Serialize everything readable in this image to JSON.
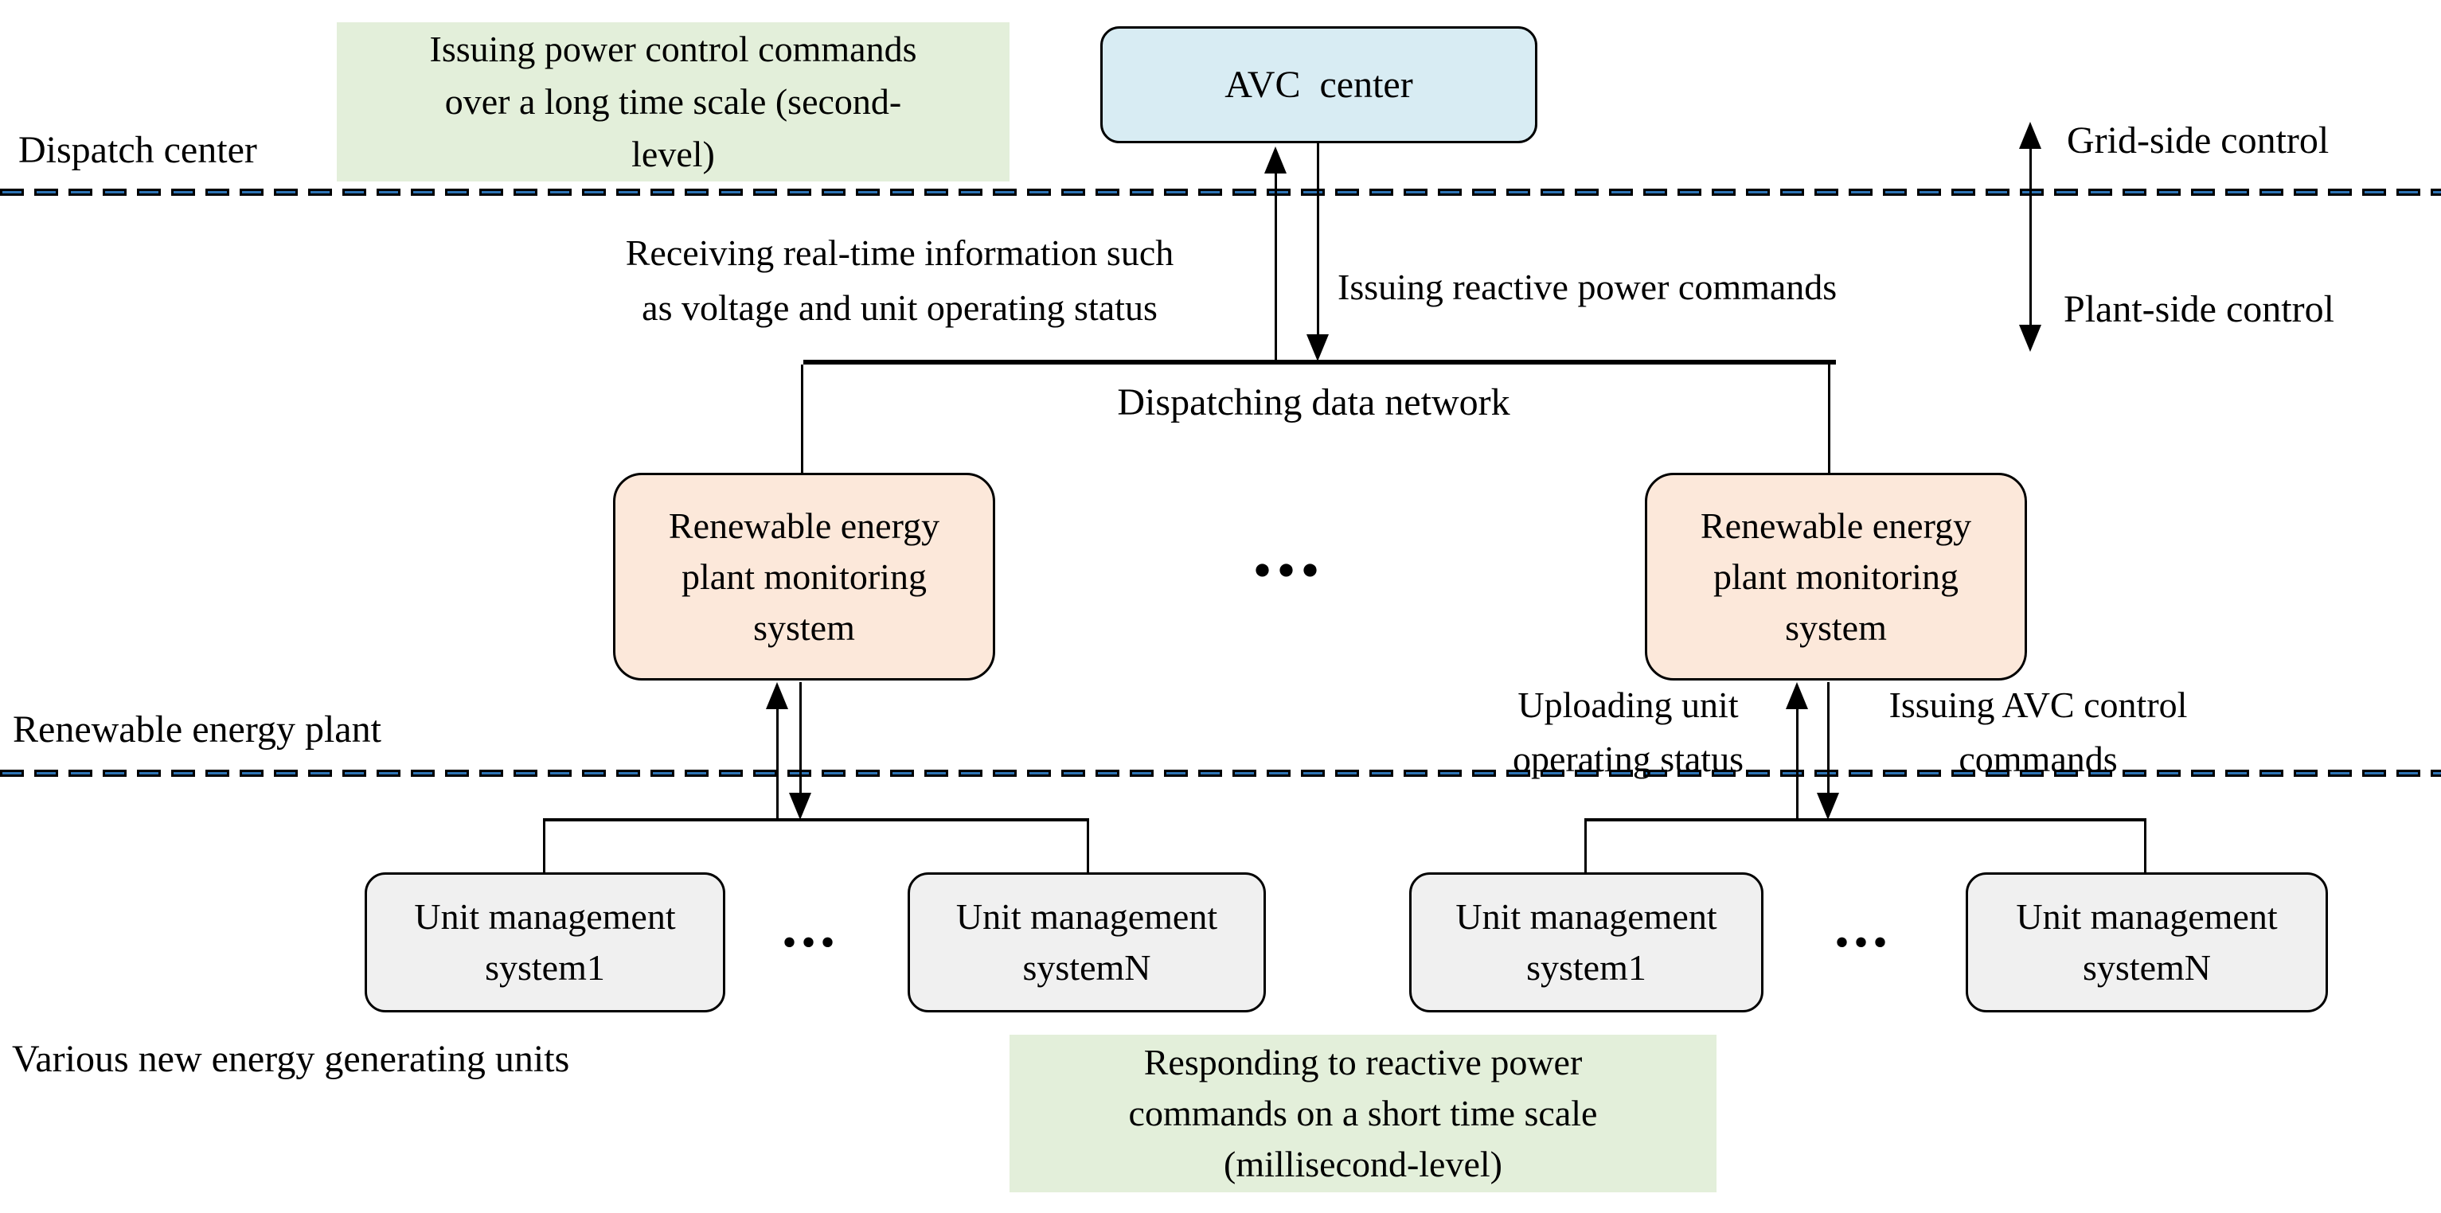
{
  "zones": {
    "dispatch_center": "Dispatch center",
    "renewable_plant": "Renewable energy plant",
    "generating_units": "Various new energy generating units"
  },
  "side_labels": {
    "grid_side": "Grid-side control",
    "plant_side": "Plant-side control"
  },
  "nodes": {
    "avc_center": "AVC  center",
    "monitoring_left": "Renewable energy\nplant monitoring\nsystem",
    "monitoring_right": "Renewable energy\nplant monitoring\nsystem",
    "unit_left_1": "Unit management\nsystem1",
    "unit_left_n": "Unit management\nsystemN",
    "unit_right_1": "Unit management\nsystem1",
    "unit_right_n": "Unit management\nsystemN"
  },
  "network": {
    "label": "Dispatching data network"
  },
  "notes": {
    "top": "Issuing power control commands\nover a long time scale (second-\nlevel)",
    "bottom": "Responding to reactive power\ncommands on a short time scale\n(millisecond-level)"
  },
  "flows": {
    "receiving": "Receiving real-time information such\nas voltage and unit operating status",
    "issuing_reactive": "Issuing reactive power commands",
    "uploading": "Uploading unit\noperating status",
    "issuing_avc": "Issuing AVC control\ncommands"
  },
  "ellipsis": "...",
  "colors": {
    "avc_fill": "#d8ecf3",
    "monitoring_fill": "#fce8da",
    "unit_fill": "#f0f0f0",
    "note_fill": "#e3efda",
    "dash_core_blue": "#2e74b5",
    "line": "#000000"
  }
}
